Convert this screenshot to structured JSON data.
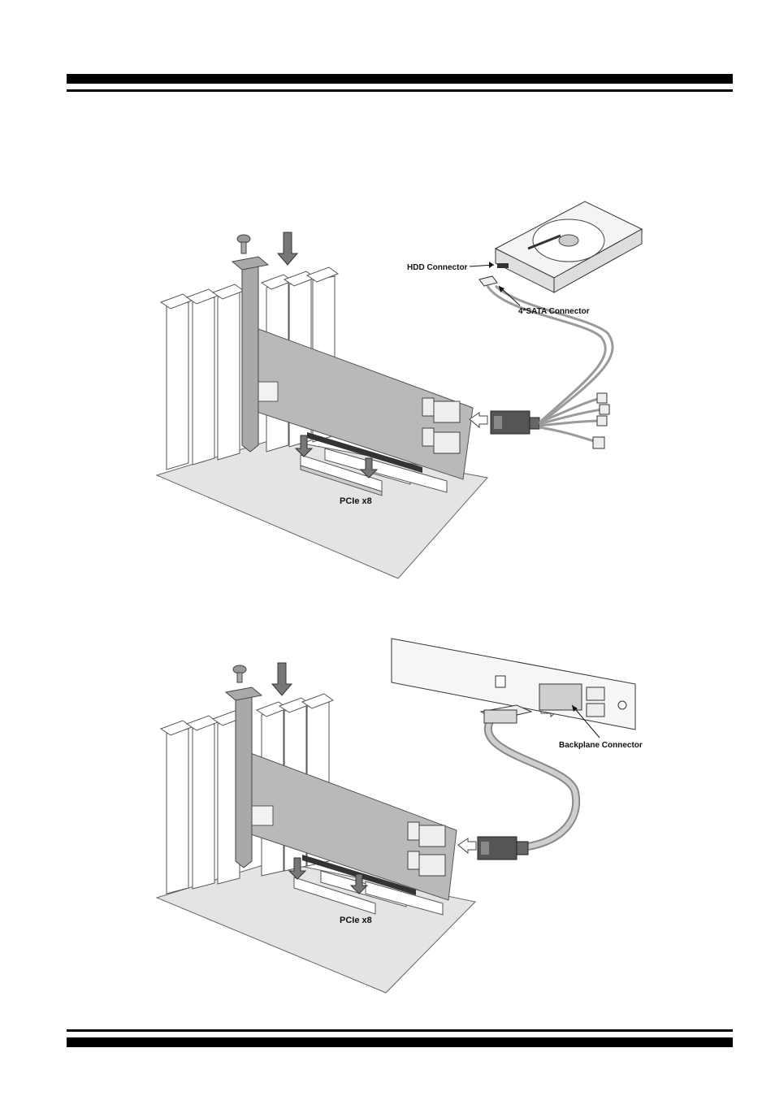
{
  "figure1": {
    "hdd_connector_label": "HDD Connector",
    "sata_connector_label": "4*SATA Connector",
    "slot_label": "PCIe x8"
  },
  "figure2": {
    "backplane_connector_label": "Backplane Connector",
    "slot_label": "PCIe x8"
  },
  "colors": {
    "rule": "#000000",
    "card": "#b9b9b9",
    "metal": "#a9a9a9",
    "connector_dark": "#555555",
    "cable": "#c8c8c8"
  }
}
